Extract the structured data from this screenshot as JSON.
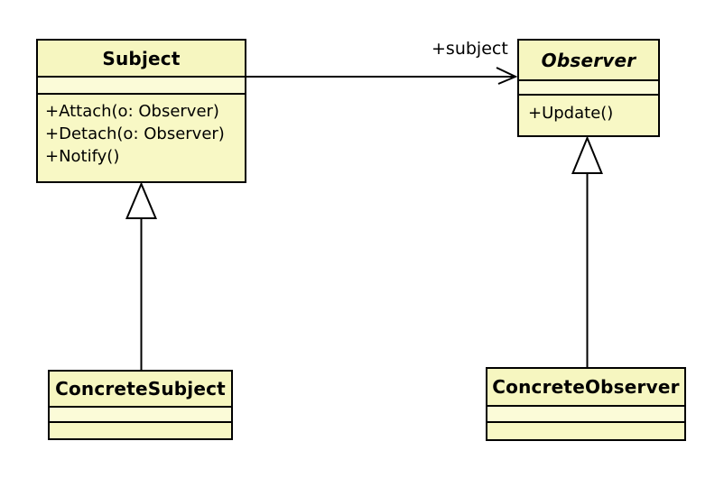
{
  "diagram": {
    "kind": "uml-class-diagram",
    "colors": {
      "class_fill": "#f8f8c5",
      "class_title_fill": "#f6f6c0",
      "empty_section_fill": "#fbfbd8",
      "border": "#000000",
      "text": "#000000",
      "background": "#ffffff"
    },
    "classes": [
      {
        "name": "Subject",
        "italic": false,
        "attributes": [],
        "methods": [
          "+Attach(o: Observer)",
          "+Detach(o: Observer)",
          "+Notify()"
        ]
      },
      {
        "name": "Observer",
        "italic": true,
        "attributes": [],
        "methods": [
          "+Update()"
        ]
      },
      {
        "name": "ConcreteSubject",
        "italic": false,
        "attributes": [],
        "methods": []
      },
      {
        "name": "ConcreteObserver",
        "italic": false,
        "attributes": [],
        "methods": []
      }
    ],
    "relations": [
      {
        "type": "directed-association",
        "from": "Subject",
        "to": "Observer",
        "label": "+subject"
      },
      {
        "type": "generalization",
        "from": "ConcreteSubject",
        "to": "Subject",
        "label": ""
      },
      {
        "type": "generalization",
        "from": "ConcreteObserver",
        "to": "Observer",
        "label": ""
      }
    ]
  }
}
